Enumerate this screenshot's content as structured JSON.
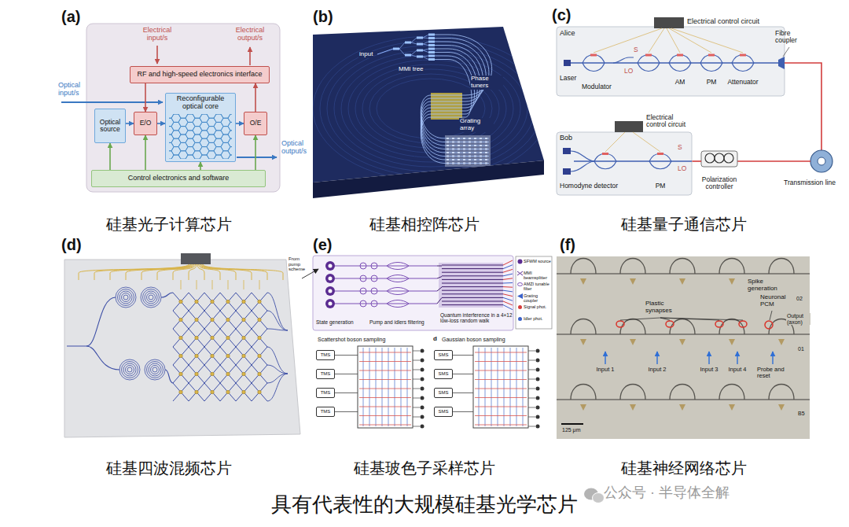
{
  "diagram": {
    "caption": "具有代表性的大规模硅基光学芯片",
    "nodes": [
      {
        "text": [
          "RF and high-speed electronics interface"
        ]
      },
      {
        "text": [
          "Optical source"
        ]
      },
      {
        "text": [
          "E/O"
        ]
      },
      {
        "text": [
          "Reconfigurable optical core"
        ]
      },
      {
        "text": [
          "O/E"
        ]
      },
      {
        "text": [
          "Control electronics and software"
        ]
      },
      {
        "text": [
          "TMS"
        ]
      },
      {
        "text": [
          "TMS"
        ]
      },
      {
        "text": [
          "TMS"
        ]
      },
      {
        "text": [
          "TMS"
        ]
      },
      {
        "text": [
          "SMS"
        ]
      },
      {
        "text": [
          "SMS"
        ]
      },
      {
        "text": [
          "SMS"
        ]
      },
      {
        "text": [
          "SMS"
        ]
      }
    ],
    "edges": [
      {
        "from": 1,
        "to": 2,
        "arrow": "to"
      },
      {
        "from": 2,
        "to": 3,
        "arrow": "to"
      },
      {
        "from": 3,
        "to": 4,
        "arrow": "to"
      },
      {
        "from": 0,
        "to": 2,
        "arrow": "to"
      },
      {
        "from": 4,
        "to": 0,
        "arrow": "to"
      },
      {
        "from": 5,
        "to": 1,
        "arrow": "to"
      },
      {
        "from": 5,
        "to": 2,
        "arrow": "to"
      },
      {
        "from": 5,
        "to": 3,
        "arrow": "to"
      },
      {
        "from": 5,
        "to": 4,
        "arrow": "to"
      }
    ],
    "labels": [
      "(a)",
      "Electrical input/s",
      "Electrical output/s",
      "Optical input/s",
      "Optical output/s",
      "硅基光子计算芯片",
      "(b)",
      "input",
      "MMI tree",
      "Phase tuners",
      "Grating array",
      "硅基相控阵芯片",
      "(c)",
      "Alice",
      "Electrical control circuit",
      "Laser",
      "Modulator",
      "S",
      "LO",
      "AM",
      "PM",
      "Attenuator",
      "Fibre coupler",
      "Bob",
      "Electrical control circuit",
      "S",
      "LO",
      "Homodyne detector",
      "PM",
      "Polarization controller",
      "Transmission line",
      "硅基量子通信芯片",
      "(d)",
      "硅基四波混频芯片",
      "(e)",
      "From pump scheme",
      "State generation",
      "Pump and idlers filtering",
      "Quantum interference in a 4×12 low-loss random walk",
      "Scattershot boson sampling",
      "d",
      "Gaussian boson sampling",
      "硅基玻色子采样芯片",
      "(f)",
      "Spike generation",
      "Neuronal PCM",
      "Plastic synapses",
      "Output (axon)",
      "02",
      "01",
      "B5",
      "Input 1",
      "Input 2",
      "Input 3",
      "Input 4",
      "Probe and reset",
      "125 μm",
      "硅基神经网络芯片",
      "公众号 · 半导体全解"
    ],
    "legend": [
      {
        "text": "SFWM source"
      },
      {
        "text": "MMI beamsplitter"
      },
      {
        "text": "AMZI tunable filter"
      },
      {
        "text": "Grating coupler"
      },
      {
        "text": "Signal phot."
      },
      {
        "text": "Idler phot."
      }
    ]
  }
}
